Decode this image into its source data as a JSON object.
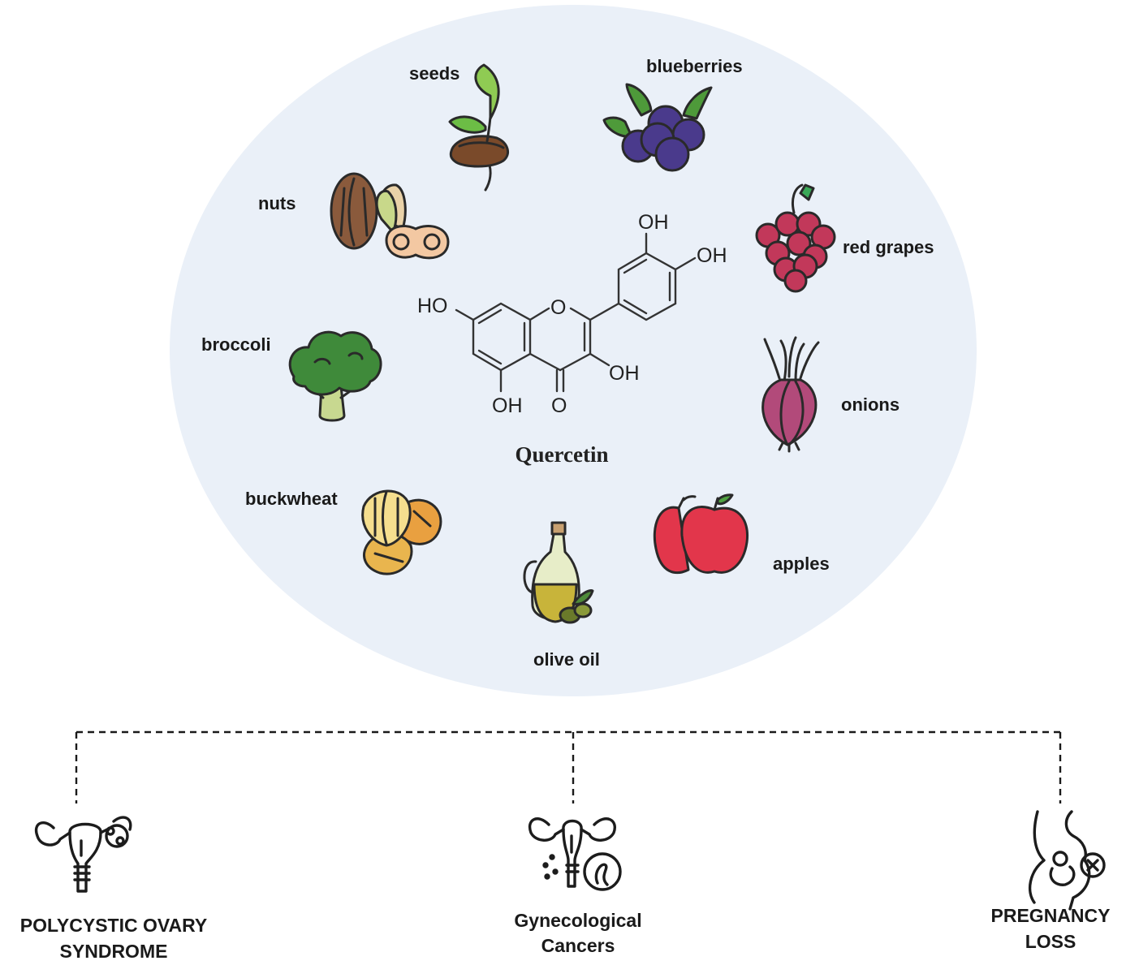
{
  "molecule": {
    "name": "Quercetin",
    "groups": {
      "oh_top": "OH",
      "oh_right": "OH",
      "ho_left": "HO",
      "oh_mid": "OH",
      "oh_bottom": "OH",
      "ring_o": "O",
      "carbonyl_o": "O"
    }
  },
  "foods": [
    {
      "id": "seeds",
      "label": "seeds"
    },
    {
      "id": "blueberries",
      "label": "blueberries"
    },
    {
      "id": "nuts",
      "label": "nuts"
    },
    {
      "id": "red-grapes",
      "label": "red grapes"
    },
    {
      "id": "broccoli",
      "label": "broccoli"
    },
    {
      "id": "onions",
      "label": "onions"
    },
    {
      "id": "buckwheat",
      "label": "buckwheat"
    },
    {
      "id": "apples",
      "label": "apples"
    },
    {
      "id": "olive-oil",
      "label": "olive oil"
    }
  ],
  "outcomes": [
    {
      "id": "pcos",
      "lines": [
        "POLYCYSTIC OVARY",
        "SYNDROME"
      ],
      "icon": "uterus-polycystic-icon"
    },
    {
      "id": "gyn-cancers",
      "lines": [
        "Gynecological",
        "Cancers"
      ],
      "icon": "uterus-cancer-ribbon-icon"
    },
    {
      "id": "pregnancy-loss",
      "lines": [
        "PREGNANCY",
        "LOSS"
      ],
      "icon": "pregnancy-loss-icon"
    }
  ],
  "colors": {
    "circle": "#eaf0f8",
    "blueberry": "#4a3a8c",
    "grape": "#c2385a",
    "apple": "#e2364b",
    "broccoli": "#3f8a3a",
    "onion": "#b24a7a",
    "leaf": "#6cbd45",
    "oil": "#c8b43a",
    "nut": "#8a5a3c",
    "buckwheat": "#e9b54e"
  }
}
